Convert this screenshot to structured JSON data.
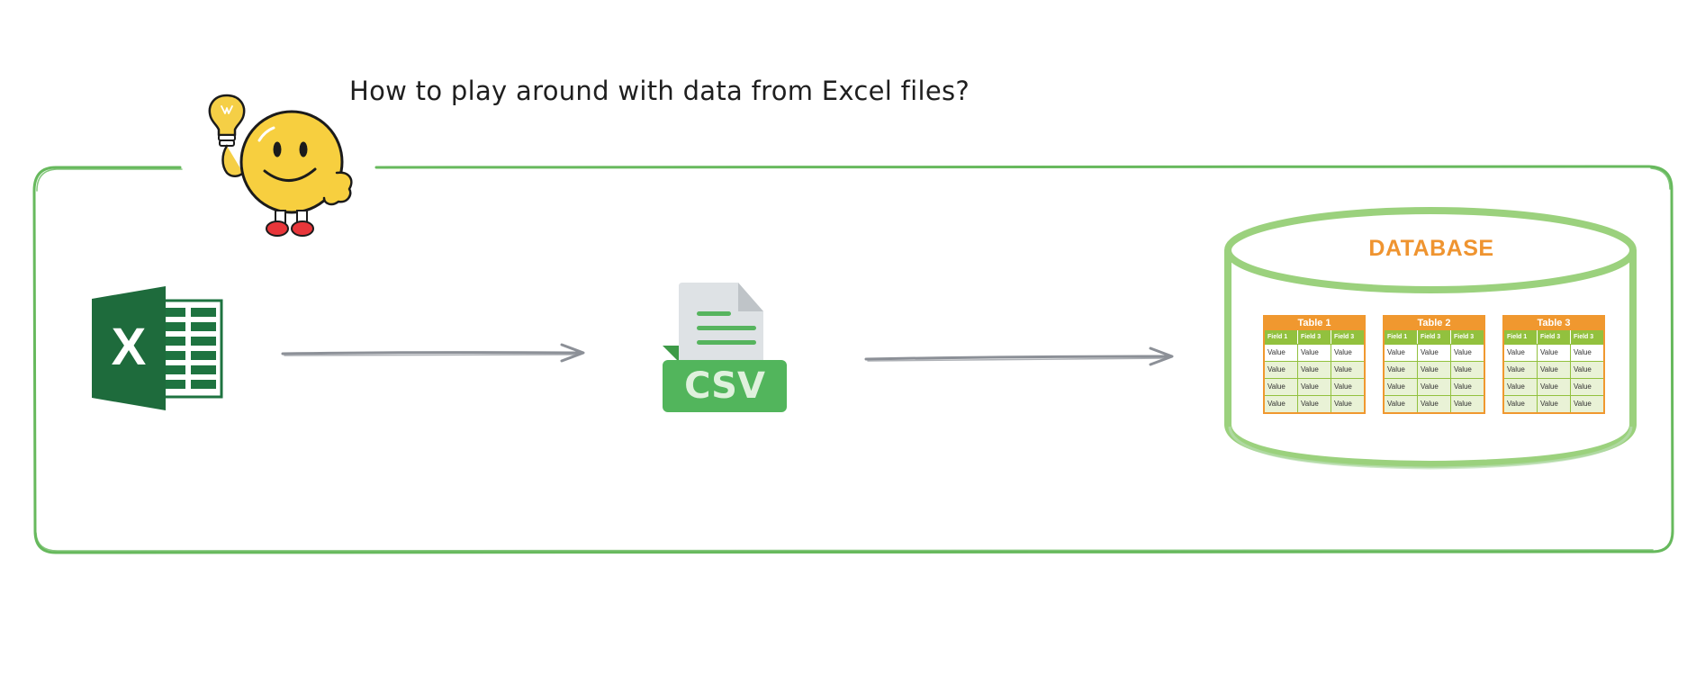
{
  "caption": "How to play around with data from Excel files?",
  "excel": {
    "letter": "X"
  },
  "csv": {
    "label": "CSV"
  },
  "database": {
    "label": "DATABASE",
    "tables": [
      {
        "title": "Table 1",
        "fields": [
          "Field 1",
          "Field 3",
          "Field 3"
        ],
        "rows": [
          [
            "Value",
            "Value",
            "Value"
          ],
          [
            "Value",
            "Value",
            "Value"
          ],
          [
            "Value",
            "Value",
            "Value"
          ],
          [
            "Value",
            "Value",
            "Value"
          ]
        ]
      },
      {
        "title": "Table 2",
        "fields": [
          "Field 1",
          "Field 3",
          "Field 3"
        ],
        "rows": [
          [
            "Value",
            "Value",
            "Value"
          ],
          [
            "Value",
            "Value",
            "Value"
          ],
          [
            "Value",
            "Value",
            "Value"
          ],
          [
            "Value",
            "Value",
            "Value"
          ]
        ]
      },
      {
        "title": "Table 3",
        "fields": [
          "Field 1",
          "Field 3",
          "Field 3"
        ],
        "rows": [
          [
            "Value",
            "Value",
            "Value"
          ],
          [
            "Value",
            "Value",
            "Value"
          ],
          [
            "Value",
            "Value",
            "Value"
          ],
          [
            "Value",
            "Value",
            "Value"
          ]
        ]
      }
    ]
  },
  "colors": {
    "frame": "#67b95d",
    "arrow": "#8c9097",
    "excel_dark": "#1e6b3c",
    "csv_green": "#52b55c",
    "db_border": "#9bd17d",
    "db_label": "#ef9430"
  }
}
